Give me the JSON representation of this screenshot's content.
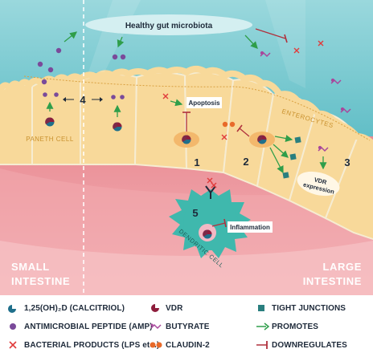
{
  "title": "Healthy gut microbiota",
  "labels": {
    "paneth": "PANETH CELL",
    "enterocytes": "ENTEROCYTES",
    "apoptosis": "Apoptosis",
    "inflammation": "Inflammation",
    "vdr_expression_line1": "VDR",
    "vdr_expression_line2": "expression",
    "dendritic": "DENDRITIC CELL",
    "small_line1": "SMALL",
    "small_line2": "INTESTINE",
    "large_line1": "LARGE",
    "large_line2": "INTESTINE",
    "num1": "1",
    "num2": "2",
    "num3": "3",
    "num4": "4",
    "num5": "5"
  },
  "legend": [
    {
      "icon": "calcitriol-icon",
      "text": "1,25(OH)₂D (CALCITRIOL)"
    },
    {
      "icon": "vdr-icon",
      "text": "VDR"
    },
    {
      "icon": "tight-junction-icon",
      "text": "TIGHT JUNCTIONS"
    },
    {
      "icon": "amp-icon",
      "text": "ANTIMICROBIAL PEPTIDE (AMP)"
    },
    {
      "icon": "butyrate-icon",
      "text": "BUTYRATE"
    },
    {
      "icon": "promotes-arrow-icon",
      "text": "PROMOTES"
    },
    {
      "icon": "bacterial-product-icon",
      "text": "BACTERIAL PRODUCTS (LPS etc.)"
    },
    {
      "icon": "claudin-icon",
      "text": "CLAUDIN-2"
    },
    {
      "icon": "downregulates-icon",
      "text": "DOWNREGULATES"
    }
  ],
  "colors": {
    "lumen": "#6cc4cc",
    "cell": "#f8d99a",
    "cell_border": "#f4f0e0",
    "tissue": "#ef9da4",
    "tissue_light": "#f7c6c8",
    "dendritic": "#3fb8ad",
    "promote": "#2f9e4a",
    "downregulate": "#b0303c",
    "amp": "#7a4a9a",
    "calcitriol": "#1f6f8b",
    "vdr": "#8e1d3c",
    "tight_junction": "#2a7f7f",
    "claudin": "#e86a2a",
    "butyrate": "#a8479c",
    "bacteria": "#e03c3c",
    "text_dark": "#1e2a3a"
  }
}
